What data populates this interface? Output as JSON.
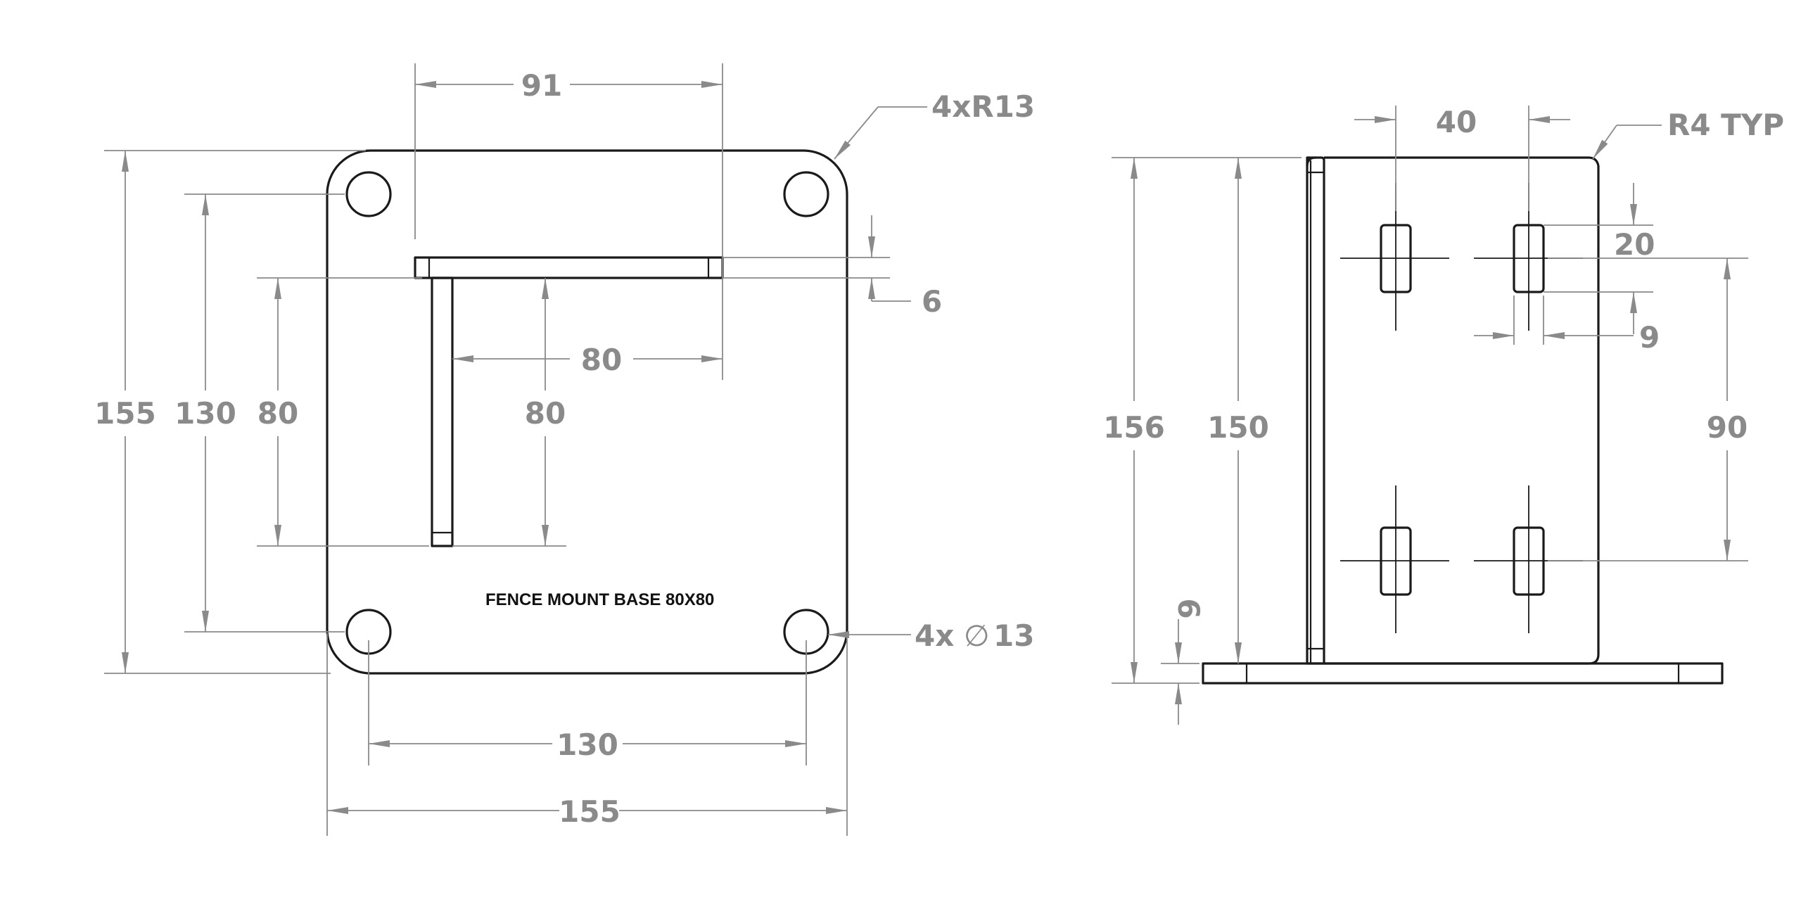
{
  "plan_view": {
    "label": "FENCE MOUNT BASE 80X80",
    "dims": {
      "width_top": "91",
      "corner_radius": "4xR13",
      "thickness": "6",
      "flange_length": "80",
      "overall_height": "155",
      "hole_spacing_v": "130",
      "flange_height_left": "80",
      "flange_height_mid": "80",
      "hole_callout_prefix": "4x",
      "hole_callout_symbol": "∅",
      "hole_callout_value": "13",
      "hole_spacing_h": "130",
      "overall_width": "155"
    }
  },
  "side_view": {
    "dims": {
      "slot_spacing_h": "40",
      "bend_radius": "R4 TYP",
      "slot_length": "20",
      "slot_width": "9",
      "overall_height": "156",
      "upright_height": "150",
      "slot_spacing_v": "90",
      "base_thickness": "6"
    }
  }
}
